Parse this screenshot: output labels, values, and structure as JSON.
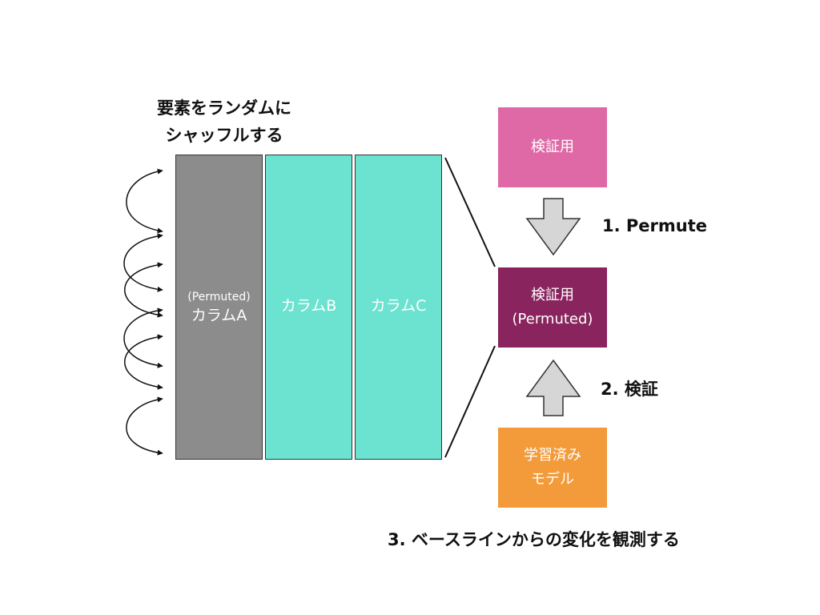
{
  "heading": {
    "line1": "要素をランダムに",
    "line2": "シャッフルする"
  },
  "columns": [
    {
      "sub": "(Permuted)",
      "label": "カラムA",
      "color": "#8c8c8c"
    },
    {
      "sub": "",
      "label": "カラムB",
      "color": "#6ce3d0"
    },
    {
      "sub": "",
      "label": "カラムC",
      "color": "#6ce3d0"
    }
  ],
  "boxes": {
    "validation": {
      "line1": "検証用",
      "color": "#df69a7"
    },
    "permuted": {
      "line1": "検証用",
      "line2": "(Permuted)",
      "color": "#89245e"
    },
    "model": {
      "line1": "学習済み",
      "line2": "モデル",
      "color": "#f39b3a"
    }
  },
  "steps": {
    "permute": "1. Permute",
    "validate": "2. 検証",
    "observe": "3. ベースラインからの変化を観測する"
  },
  "icons": {
    "shuffle_arrows": "curved-double-arrow-icon",
    "down_arrow": "block-arrow-down-icon",
    "up_arrow": "block-arrow-up-icon"
  }
}
